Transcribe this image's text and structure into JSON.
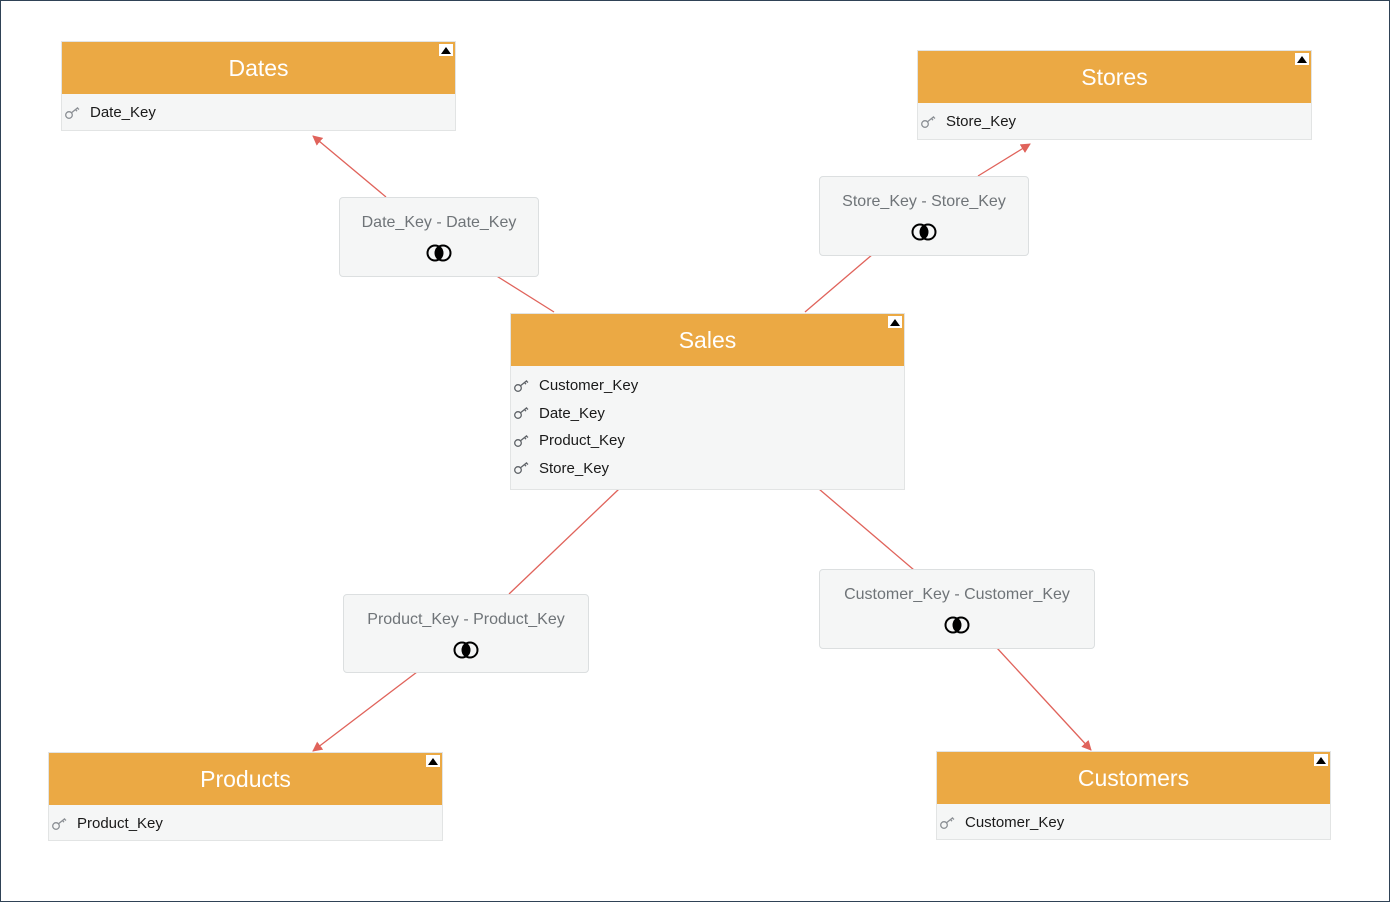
{
  "tables": {
    "dates": {
      "title": "Dates",
      "fields": [
        "Date_Key"
      ]
    },
    "stores": {
      "title": "Stores",
      "fields": [
        "Store_Key"
      ]
    },
    "sales": {
      "title": "Sales",
      "fields": [
        "Customer_Key",
        "Date_Key",
        "Product_Key",
        "Store_Key"
      ]
    },
    "products": {
      "title": "Products",
      "fields": [
        "Product_Key"
      ]
    },
    "customers": {
      "title": "Customers",
      "fields": [
        "Customer_Key"
      ]
    }
  },
  "joins": {
    "date": {
      "label": "Date_Key - Date_Key",
      "type": "inner-join-icon"
    },
    "store": {
      "label": "Store_Key - Store_Key",
      "type": "inner-join-icon"
    },
    "product": {
      "label": "Product_Key - Product_Key",
      "type": "inner-join-icon"
    },
    "customer": {
      "label": "Customer_Key - Customer_Key",
      "type": "inner-join-icon"
    }
  },
  "colors": {
    "header": "#eba944",
    "link": "#e0635b",
    "frame": "#2f4256"
  }
}
